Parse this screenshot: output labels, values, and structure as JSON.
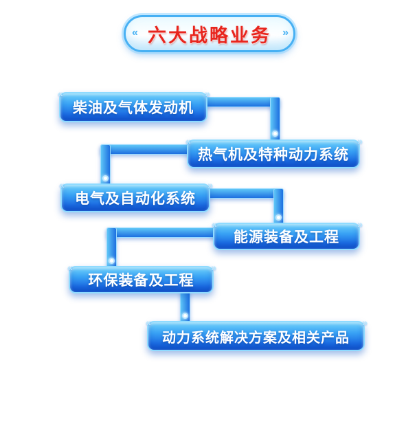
{
  "title": "六大战略业务",
  "boxes": [
    {
      "label": "柴油及气体发动机"
    },
    {
      "label": "热气机及特种动力系统"
    },
    {
      "label": "电气及自动化系统"
    },
    {
      "label": "能源装备及工程"
    },
    {
      "label": "环保装备及工程"
    },
    {
      "label": "动力系统解决方案及相关产品"
    }
  ],
  "icons": {
    "chevrons_left": "«",
    "chevrons_right": "»"
  },
  "colors": {
    "title_text": "#e8251d",
    "pill_border": "#47b0f3",
    "box_gradient_top": "#6fd2fb",
    "box_gradient_bottom": "#1257d2",
    "box_border": "#8fdbff",
    "connector_light": "#5fc6f7",
    "connector_dark": "#1d6fe0",
    "box_text": "#ffffff"
  }
}
